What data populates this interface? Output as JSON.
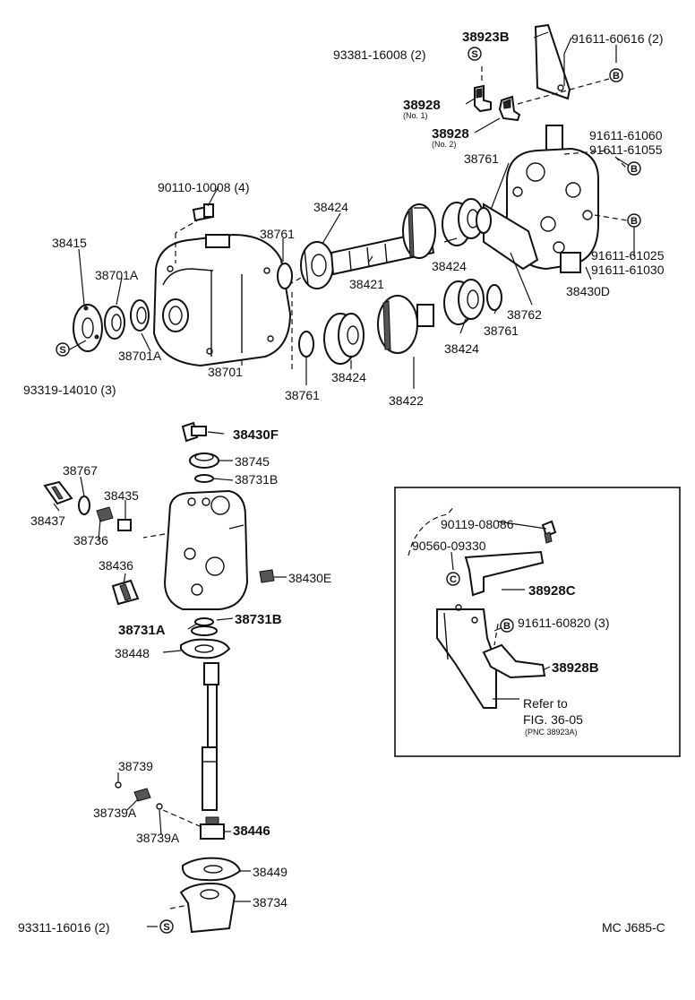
{
  "labels": {
    "p38923B": "38923B",
    "p91611_60616": "91611-60616 (2)",
    "p93381_16008": "93381-16008 (2)",
    "p38928_no1": "38928",
    "p38928_no1_sub": "(No. 1)",
    "p38928_no2": "38928",
    "p38928_no2_sub": "(No. 2)",
    "p91611_61060": "91611-61060",
    "p91611_61055": "91611-61055",
    "p38761_a": "38761",
    "p90110_10008": "90110-10008 (4)",
    "p38424_a": "38424",
    "p38415": "38415",
    "p38761_b": "38761",
    "p38701A_a": "38701A",
    "p38421": "38421",
    "p38424_b": "38424",
    "p91611_61025": "91611-61025",
    "p91611_61030": "91611-61030",
    "p38430D": "38430D",
    "p38762": "38762",
    "p38761_c": "38761",
    "p38701A_b": "38701A",
    "p38424_c": "38424",
    "p38701": "38701",
    "p93319_14010": "93319-14010 (3)",
    "p38761_d": "38761",
    "p38424_d": "38424",
    "p38422": "38422",
    "p38430F": "38430F",
    "p38745": "38745",
    "p38731B_a": "38731B",
    "p38767": "38767",
    "p38435": "38435",
    "p38437": "38437",
    "p38736": "38736",
    "p38436": "38436",
    "p38430E": "38430E",
    "p38731A": "38731A",
    "p38731B_b": "38731B",
    "p38448": "38448",
    "p38739": "38739",
    "p38739A_a": "38739A",
    "p38739A_b": "38739A",
    "p38446": "38446",
    "p38449": "38449",
    "p38734": "38734",
    "p93311_16016": "93311-16016 (2)",
    "p90119_08086": "90119-08086",
    "p90560_09330": "90560-09330",
    "p38928C": "38928C",
    "p91611_60820": "91611-60820 (3)",
    "p38928B": "38928B",
    "refer_to": "Refer to",
    "fig_ref": "FIG. 36-05",
    "pnc_ref": "(PNC 38923A)",
    "drawing_code": "MC J685-C"
  },
  "symbols": {
    "s_letter": "S",
    "b_letter": "B",
    "c_letter": "C"
  }
}
